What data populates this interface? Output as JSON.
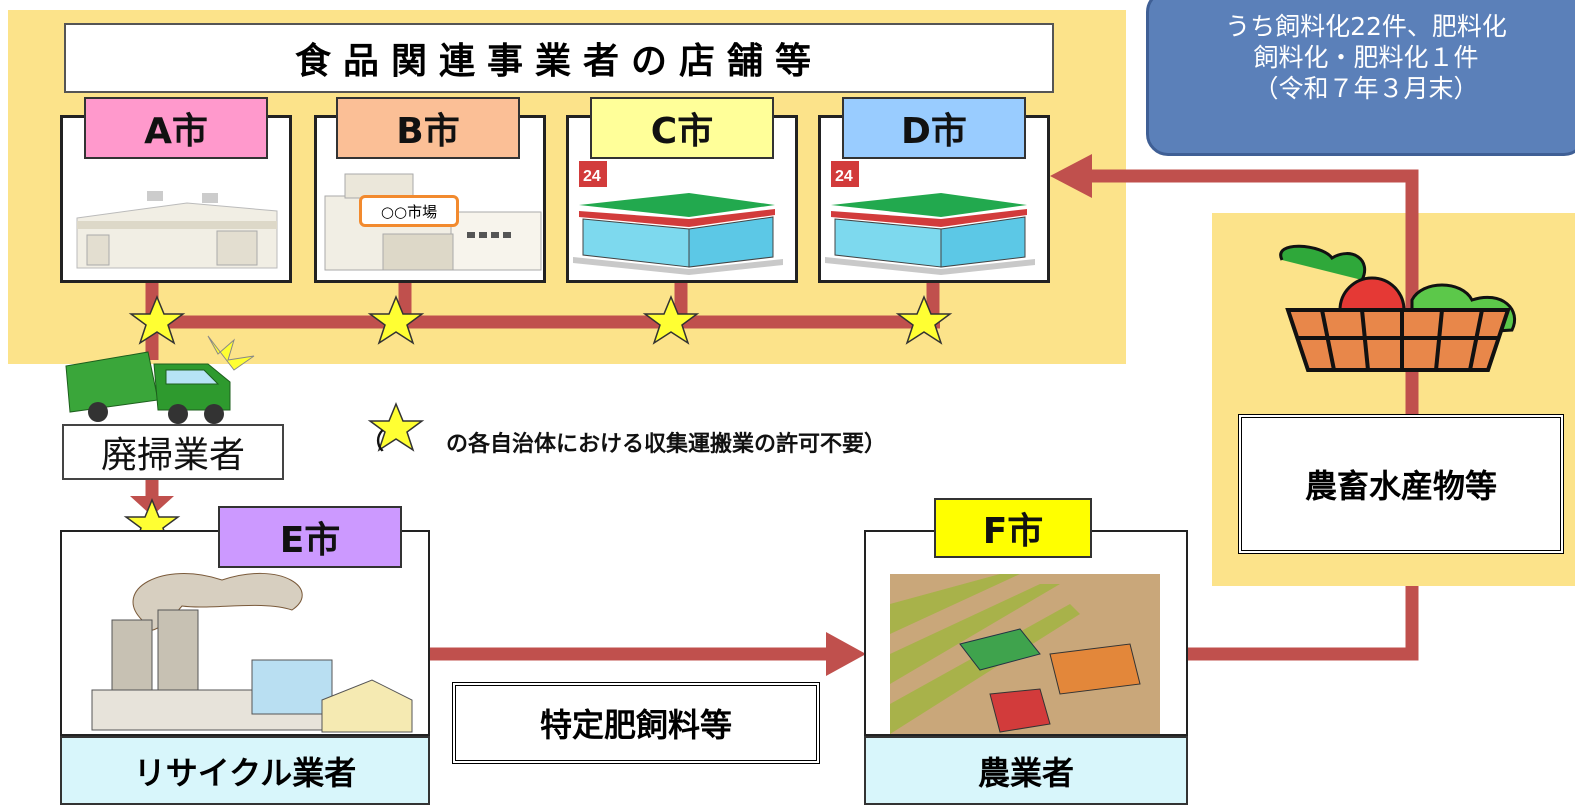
{
  "title": "食品関連事業者の店舗等",
  "stores": [
    {
      "city": "A市",
      "color": "#ff99cc"
    },
    {
      "city": "B市",
      "color": "#fbbf96",
      "sign": "○○市場"
    },
    {
      "city": "C市",
      "color": "#ffff99"
    },
    {
      "city": "D市",
      "color": "#99ccff"
    }
  ],
  "info": {
    "line1": "うち飼料化22件、肥料化",
    "line2": "飼料化・肥料化１件",
    "line3": "（令和７年３月末）"
  },
  "hauler": "廃掃業者",
  "permit_note": "の各自治体における収集運搬業の許可不要）",
  "permit_note_open": "（",
  "recycler": {
    "city": "E市",
    "color": "#cc99ff",
    "label": "リサイクル業者"
  },
  "product": "特定肥飼料等",
  "farmer": {
    "city": "F市",
    "color": "#ffff00",
    "label": "農業者"
  },
  "produce": "農畜水産物等",
  "colors": {
    "panel": "#fce38a",
    "line": "#c0504d",
    "star": "#ffff33",
    "info_bg": "#5b80b9",
    "actor_bg": "#d8f6fb"
  }
}
